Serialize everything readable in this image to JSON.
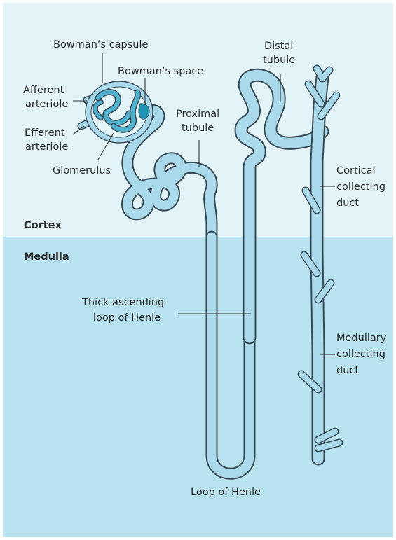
{
  "colors": {
    "cortex_bg": "#e3f4f9",
    "medulla_bg": "#b7e2ee",
    "tube_fill": "#a9d9ea",
    "tube_outline": "#3a4a55",
    "glomerulus_dark": "#1f95b5"
  },
  "zones": {
    "cortex": "Cortex",
    "medulla": "Medulla"
  },
  "labels": {
    "bowmans_capsule": "Bowman’s capsule",
    "bowmans_space": "Bowman’s space",
    "afferent_1": "Afferent",
    "afferent_2": "arteriole",
    "efferent_1": "Efferent",
    "efferent_2": "arteriole",
    "glomerulus": "Glomerulus",
    "proximal_1": "Proximal",
    "proximal_2": "tubule",
    "distal_1": "Distal",
    "distal_2": "tubule",
    "cortical_1": "Cortical",
    "cortical_2": "collecting",
    "cortical_3": "duct",
    "thick_1": "Thick ascending",
    "thick_2": "loop of Henle",
    "medullary_1": "Medullary",
    "medullary_2": "collecting",
    "medullary_3": "duct",
    "loop": "Loop of Henle"
  }
}
